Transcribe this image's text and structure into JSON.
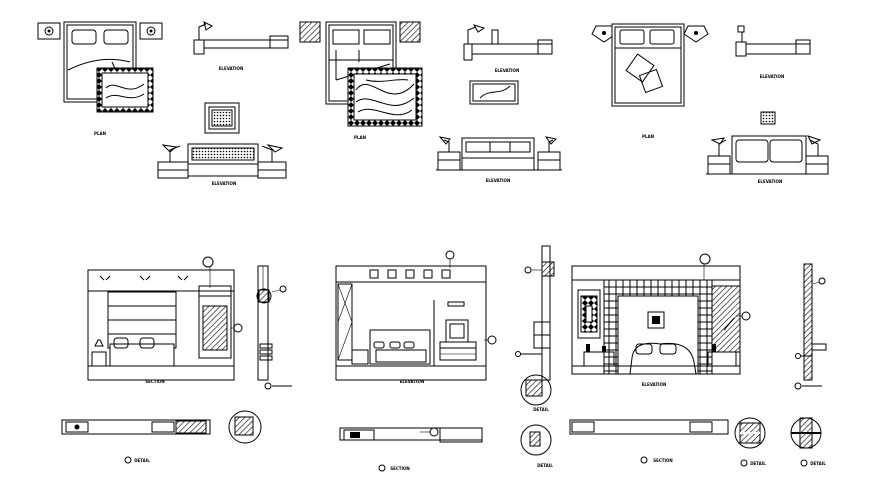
{
  "labels": {
    "plan": "PLAN",
    "elevation": "ELEVATION",
    "section": "SECTION",
    "detail": "DETAIL"
  },
  "colors": {
    "line": "#000000",
    "background": "#ffffff"
  }
}
